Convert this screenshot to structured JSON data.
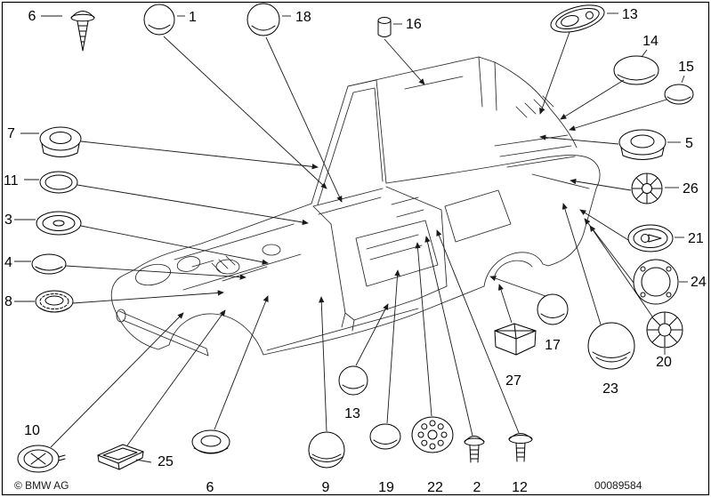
{
  "footer": {
    "copyright": "© BMW AG",
    "doc_number": "00089584"
  },
  "callouts": [
    {
      "id": "top-left-6",
      "label": "6"
    },
    {
      "id": "plug-1",
      "label": "1"
    },
    {
      "id": "plug-18",
      "label": "18"
    },
    {
      "id": "plug-16",
      "label": "16"
    },
    {
      "id": "top-13",
      "label": "13"
    },
    {
      "id": "plug-14",
      "label": "14"
    },
    {
      "id": "plug-15",
      "label": "15"
    },
    {
      "id": "plug-5",
      "label": "5"
    },
    {
      "id": "plug-26",
      "label": "26"
    },
    {
      "id": "plug-21",
      "label": "21"
    },
    {
      "id": "plug-24",
      "label": "24"
    },
    {
      "id": "plug-20",
      "label": "20"
    },
    {
      "id": "plug-7",
      "label": "7"
    },
    {
      "id": "plug-11",
      "label": "11"
    },
    {
      "id": "plug-3",
      "label": "3"
    },
    {
      "id": "plug-4",
      "label": "4"
    },
    {
      "id": "plug-8",
      "label": "8"
    },
    {
      "id": "plug-10",
      "label": "10"
    },
    {
      "id": "plug-25",
      "label": "25"
    },
    {
      "id": "bottom-6",
      "label": "6"
    },
    {
      "id": "plug-9",
      "label": "9"
    },
    {
      "id": "bottom-13",
      "label": "13"
    },
    {
      "id": "plug-19",
      "label": "19"
    },
    {
      "id": "plug-22",
      "label": "22"
    },
    {
      "id": "plug-2",
      "label": "2"
    },
    {
      "id": "plug-12",
      "label": "12"
    },
    {
      "id": "plug-17",
      "label": "17"
    },
    {
      "id": "plug-23",
      "label": "23"
    },
    {
      "id": "plug-27",
      "label": "27"
    }
  ]
}
